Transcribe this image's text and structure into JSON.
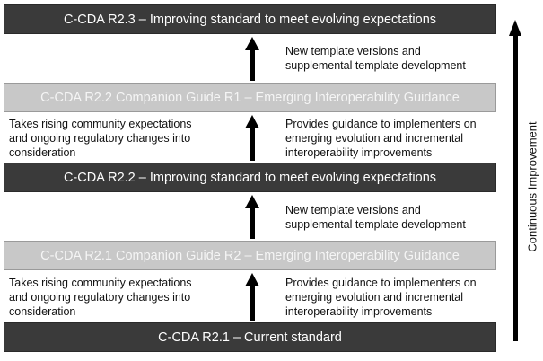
{
  "bars": [
    {
      "text": "C-CDA R2.3 – Improving standard to meet evolving expectations"
    },
    {
      "text": "C-CDA R2.2 Companion Guide R1 – Emerging Interoperability Guidance"
    },
    {
      "text": "C-CDA R2.2 – Improving standard to meet evolving expectations"
    },
    {
      "text": "C-CDA R2.1 Companion Guide R2 – Emerging Interoperability Guidance"
    },
    {
      "text": "C-CDA R2.1 – Current standard"
    }
  ],
  "notes": {
    "template_1": [
      "New template versions and",
      "supplemental template development"
    ],
    "left_1": [
      "Takes rising community expectations",
      "and ongoing regulatory changes into",
      "consideration"
    ],
    "right_1": [
      "Provides guidance to implementers on",
      "emerging evolution and incremental",
      "interoperability improvements"
    ],
    "template_2": [
      "New template versions and",
      "supplemental template development"
    ],
    "left_2": [
      "Takes rising community expectations",
      "and ongoing regulatory changes into",
      "consideration"
    ],
    "right_2": [
      "Provides guidance to implementers on",
      "emerging evolution and incremental",
      "interoperability improvements"
    ]
  },
  "side_label": "Continuous Improvement"
}
